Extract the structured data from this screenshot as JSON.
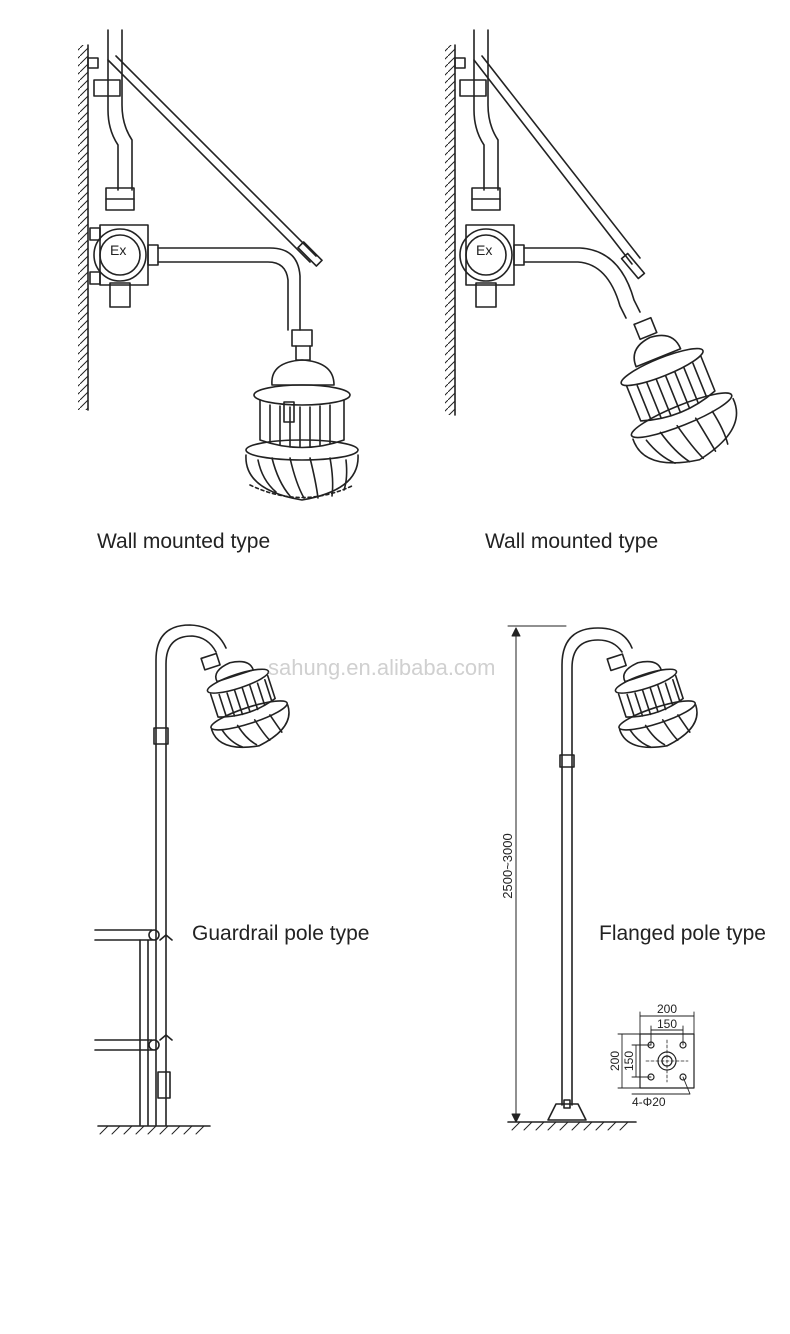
{
  "captions": {
    "top_left": "Wall mounted type",
    "top_right": "Wall mounted type",
    "bottom_left": "Guardrail pole type",
    "bottom_right": "Flanged pole type"
  },
  "watermark": "sahung.en.alibaba.com",
  "junction_box_label": "Ex",
  "height_dimension": "2500~3000",
  "flange": {
    "outer_width": "200",
    "inner_width": "150",
    "outer_height": "200",
    "inner_height": "150",
    "holes": "4-Φ20"
  },
  "colors": {
    "line": "#222222",
    "background": "#ffffff",
    "watermark": "#d0d0d0"
  }
}
